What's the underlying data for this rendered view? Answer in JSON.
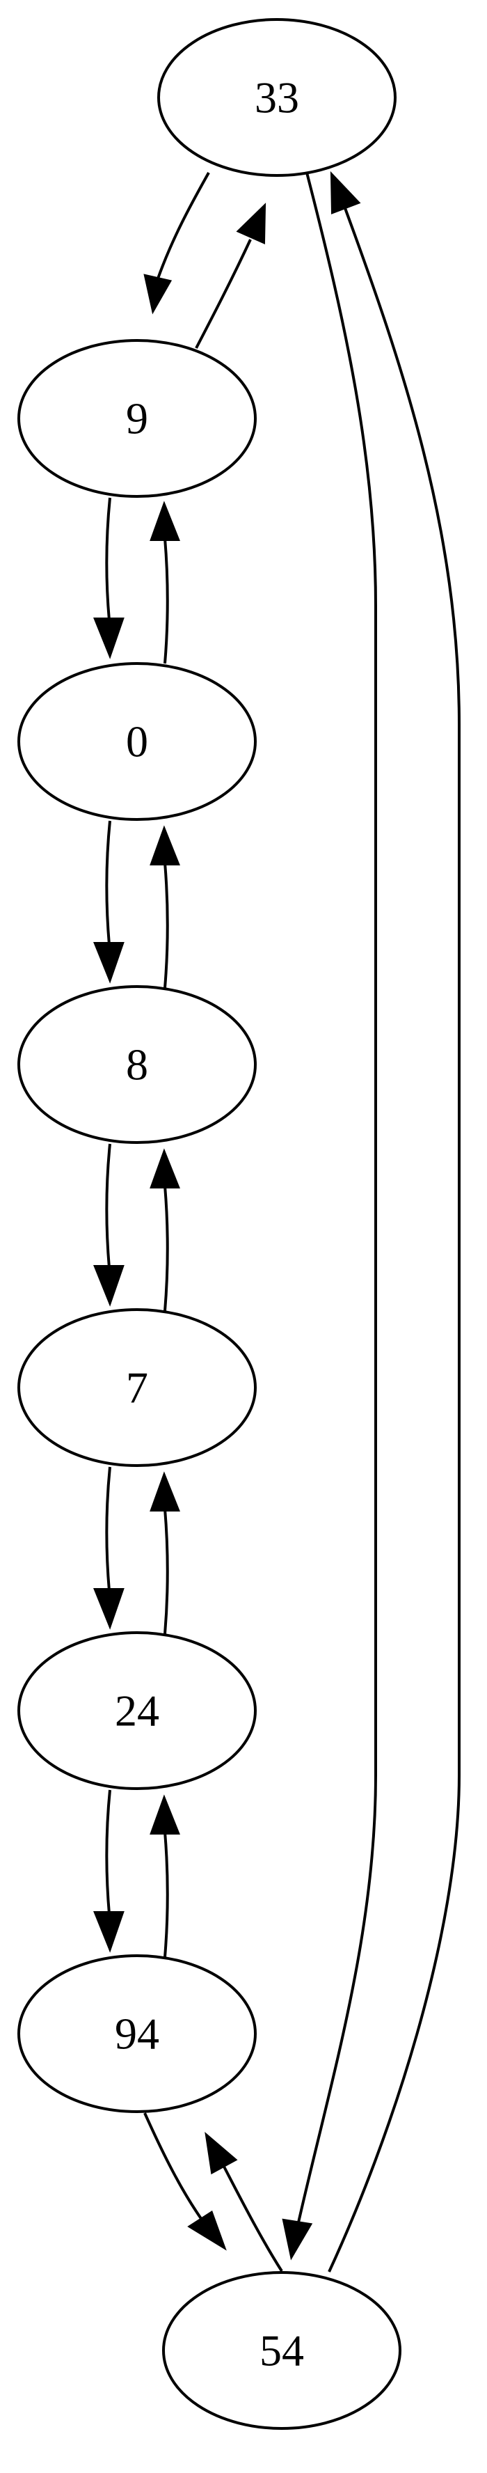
{
  "graph": {
    "nodes": [
      {
        "id": "n33",
        "label": "33"
      },
      {
        "id": "n9",
        "label": "9"
      },
      {
        "id": "n0",
        "label": "0"
      },
      {
        "id": "n8",
        "label": "8"
      },
      {
        "id": "n7",
        "label": "7"
      },
      {
        "id": "n24",
        "label": "24"
      },
      {
        "id": "n94",
        "label": "94"
      },
      {
        "id": "n54",
        "label": "54"
      }
    ],
    "edges": [
      {
        "from": "33",
        "to": "9"
      },
      {
        "from": "9",
        "to": "33"
      },
      {
        "from": "9",
        "to": "0"
      },
      {
        "from": "0",
        "to": "9"
      },
      {
        "from": "0",
        "to": "8"
      },
      {
        "from": "8",
        "to": "0"
      },
      {
        "from": "8",
        "to": "7"
      },
      {
        "from": "7",
        "to": "8"
      },
      {
        "from": "7",
        "to": "24"
      },
      {
        "from": "24",
        "to": "7"
      },
      {
        "from": "24",
        "to": "94"
      },
      {
        "from": "94",
        "to": "24"
      },
      {
        "from": "94",
        "to": "54"
      },
      {
        "from": "54",
        "to": "94"
      },
      {
        "from": "33",
        "to": "54"
      },
      {
        "from": "54",
        "to": "33"
      }
    ]
  }
}
